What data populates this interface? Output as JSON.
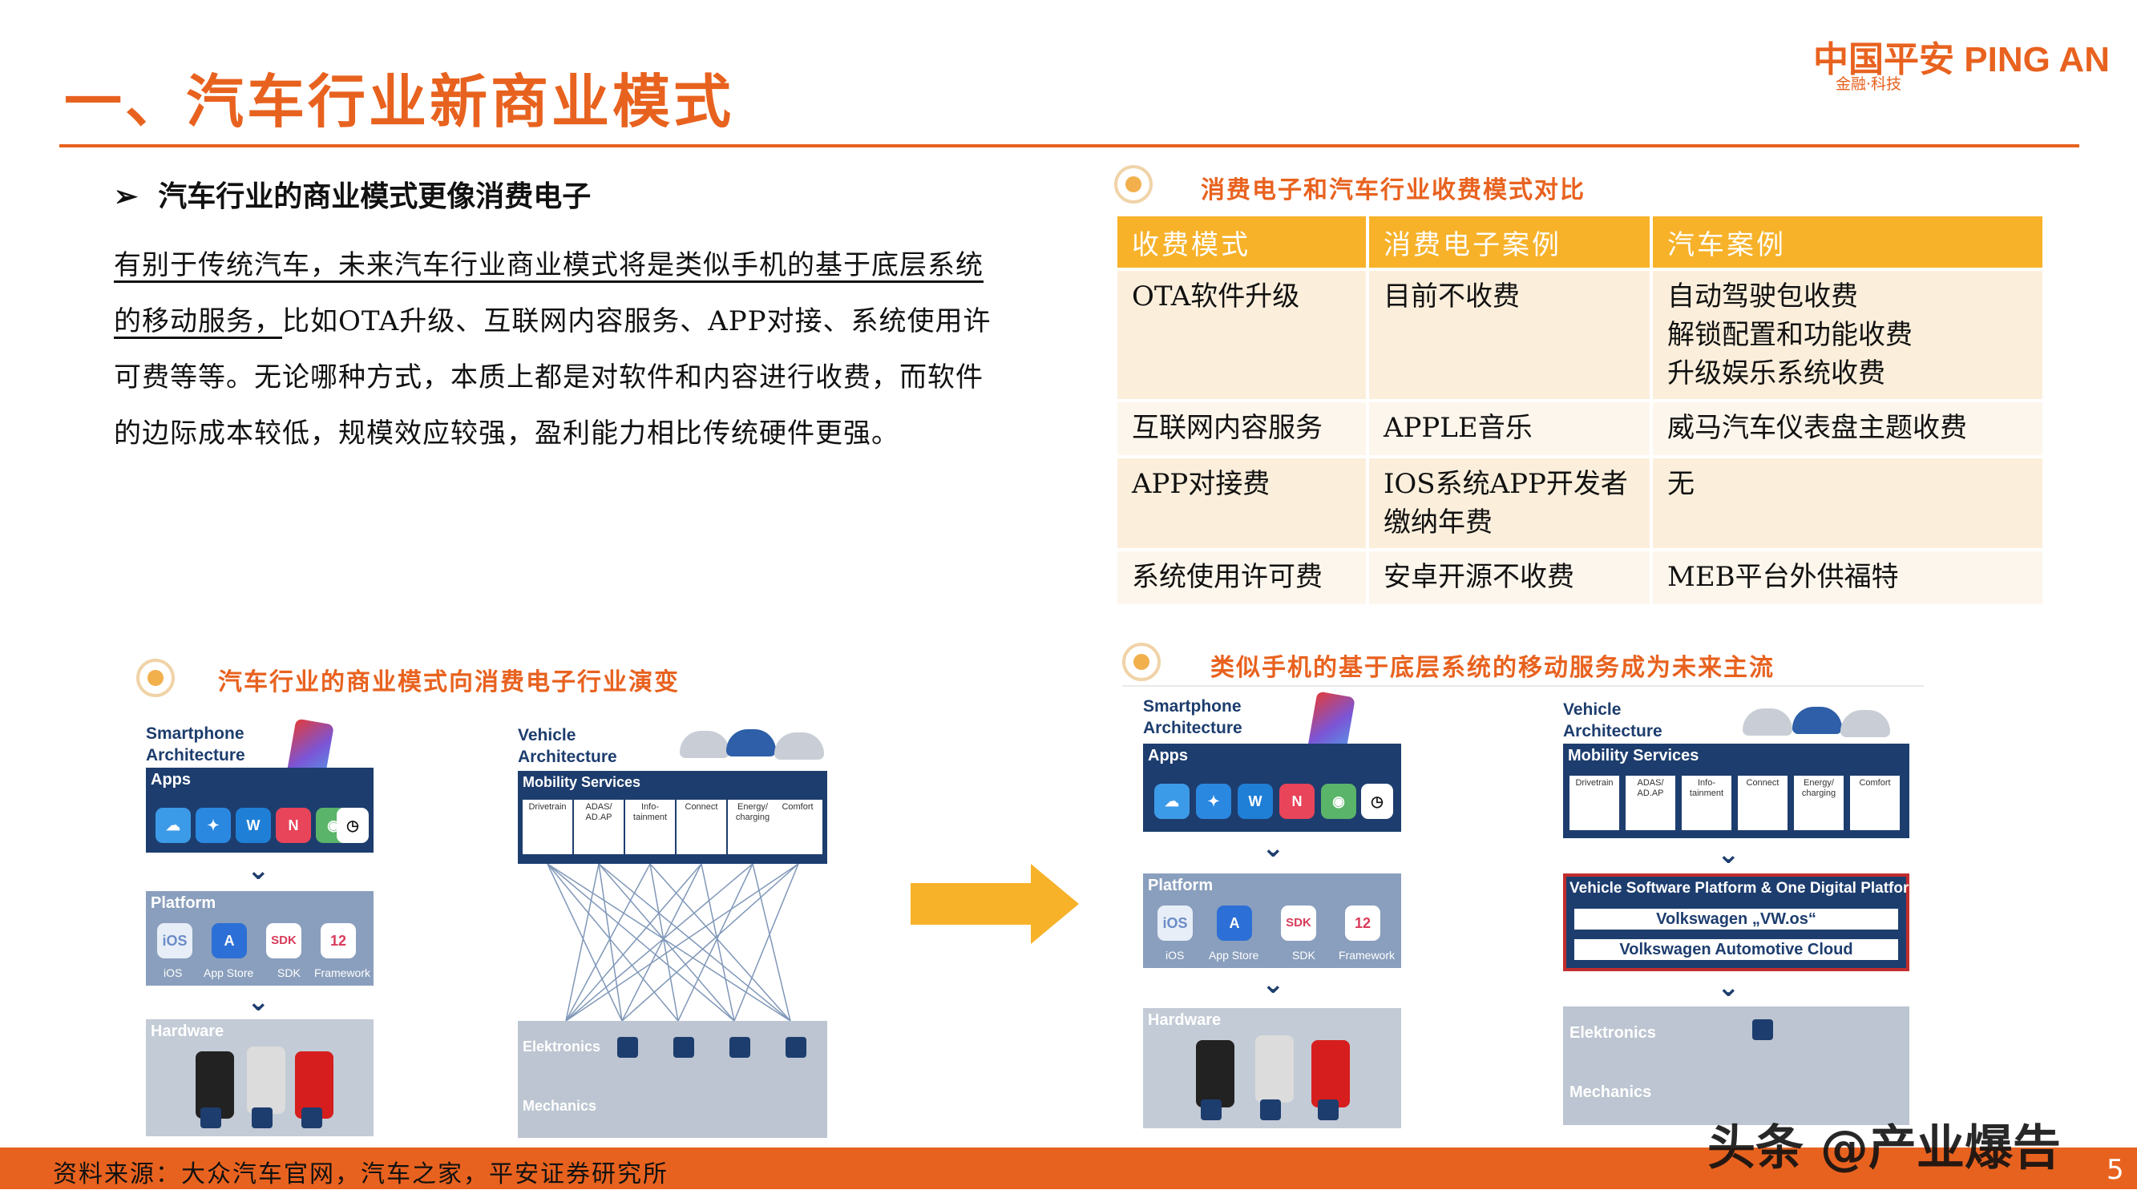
{
  "title": "一、汽车行业新商业模式",
  "logo": {
    "main": "中国平安 PING AN",
    "sub": "金融·科技"
  },
  "bullet": {
    "mark": "➢",
    "text": "汽车行业的商业模式更像消费电子"
  },
  "paragraph": {
    "underlined": "有别于传统汽车，未来汽车行业商业模式将是类似手机的基于底层系统的移动服务，",
    "rest": "比如OTA升级、互联网内容服务、APP对接、系统使用许可费等等。无论哪种方式，本质上都是对软件和内容进行收费，而软件的边际成本较低，规模效应较强，盈利能力相比传统硬件更强。"
  },
  "table_section": {
    "heading": "消费电子和汽车行业收费模式对比",
    "headers": [
      "收费模式",
      "消费电子案例",
      "汽车案例"
    ],
    "rows": [
      [
        "OTA软件升级",
        "目前不收费",
        "自动驾驶包收费\n解锁配置和功能收费\n升级娱乐系统收费"
      ],
      [
        "互联网内容服务",
        "APPLE音乐",
        "威马汽车仪表盘主题收费"
      ],
      [
        "APP对接费",
        "IOS系统APP开发者缴纳年费",
        "无"
      ],
      [
        "系统使用许可费",
        "安卓开源不收费",
        "MEB平台外供福特"
      ]
    ]
  },
  "left_figure": {
    "heading": "汽车行业的商业模式向消费电子行业演变"
  },
  "right_figure": {
    "heading": "类似手机的基于底层系统的移动服务成为未来主流"
  },
  "diagram": {
    "smartphone_arch": "Smartphone\nArchitecture",
    "vehicle_arch": "Vehicle\nArchitecture",
    "apps": "Apps",
    "platform": "Platform",
    "hardware": "Hardware",
    "mobility": "Mobility Services",
    "elektronics": "Elektronics",
    "mechanics": "Mechanics",
    "platform_caps": [
      "iOS",
      "App Store",
      "SDK",
      "Framework"
    ],
    "platform_tiles": [
      "iOS",
      "A",
      "SDK",
      "12"
    ],
    "services": [
      "Drivetrain",
      "ADAS/\nAD.AP",
      "Info-\ntainment",
      "Connect",
      "Energy/\ncharging",
      "Comfort"
    ],
    "vw_platform": "Vehicle Software Platform & One Digital Platform",
    "vw_os": "Volkswagen „VW.os“",
    "vw_cloud": "Volkswagen Automotive Cloud"
  },
  "footer": {
    "source": "资料来源：大众汽车官网，汽车之家，平安证券研究所",
    "page": "5"
  },
  "watermark": "头条 @产业爆告",
  "colors": {
    "accent": "#e8621f",
    "table_header": "#f7b22a",
    "navy": "#1d3d6e"
  }
}
